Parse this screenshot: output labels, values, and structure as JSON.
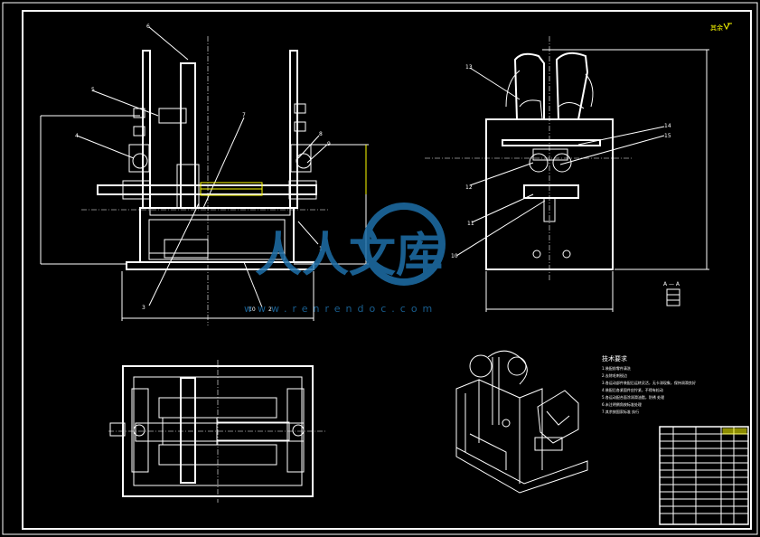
{
  "drawing": {
    "roughness_mark": "其余",
    "section_label": "A — A",
    "watermark": {
      "brand": "人人文库",
      "url": "www.renrendoc.com"
    },
    "front_view": {
      "part_labels": [
        "6",
        "5",
        "4",
        "7",
        "8",
        "9",
        "3",
        "1",
        "10",
        "2"
      ]
    },
    "side_view": {
      "part_labels": [
        "13",
        "14",
        "15",
        "12",
        "11",
        "10"
      ]
    },
    "tech_requirements": {
      "title": "技术要求",
      "lines": [
        "1.装配前零件清洗",
        "2.去除毛刺锐边",
        "3.各运动部件装配后运转灵活，无卡滞现象，保持润滑良好",
        "4.装配后各紧固件应拧紧，不得有松动",
        "5.各运动配合面涂润滑油脂，防锈 处理",
        "6.未注明倒角按标准处理",
        "7.其余按国家标准 执行"
      ]
    }
  },
  "colors": {
    "background": "#000000",
    "lines": "#ffffff",
    "highlight": "#ffff00",
    "watermark": "#1e6fa8"
  }
}
